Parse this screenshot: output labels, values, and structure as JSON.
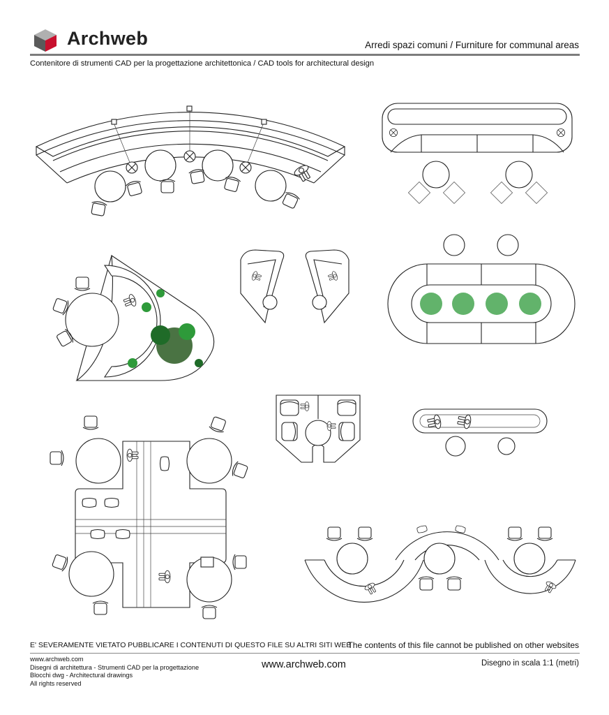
{
  "header": {
    "brand": "Archweb",
    "category": "Arredi spazi comuni  /  Furniture for communal areas",
    "subtitle": "Contenitore di strumenti CAD per la progettazione architettonica  /  CAD tools for architectural design",
    "logo_icon": "cube-logo-icon",
    "logo_colors": {
      "top": "#b0b0b0",
      "left": "#5a5a5a",
      "right": "#c8102e"
    }
  },
  "drawing": {
    "icons": [
      "planter-icon",
      "round-table-icon",
      "chair-icon",
      "sofa-icon",
      "person-icon",
      "lamp-icon"
    ],
    "plant_color": "#2e9a3a",
    "plant_dark": "#1f6b28"
  },
  "footer": {
    "warning_it": "E' SEVERAMENTE VIETATO PUBBLICARE I CONTENUTI DI QUESTO FILE SU ALTRI SITI WEB",
    "warning_en": "The contents of this file cannot be published on other websites",
    "left_lines": [
      "www.archweb.com",
      "Disegni di architettura - Strumenti CAD  per la progettazione",
      "Blocchi dwg - Architectural drawings",
      "All rights reserved"
    ],
    "center": "www.archweb.com",
    "scale": "Disegno in scala 1:1 (metri)"
  }
}
